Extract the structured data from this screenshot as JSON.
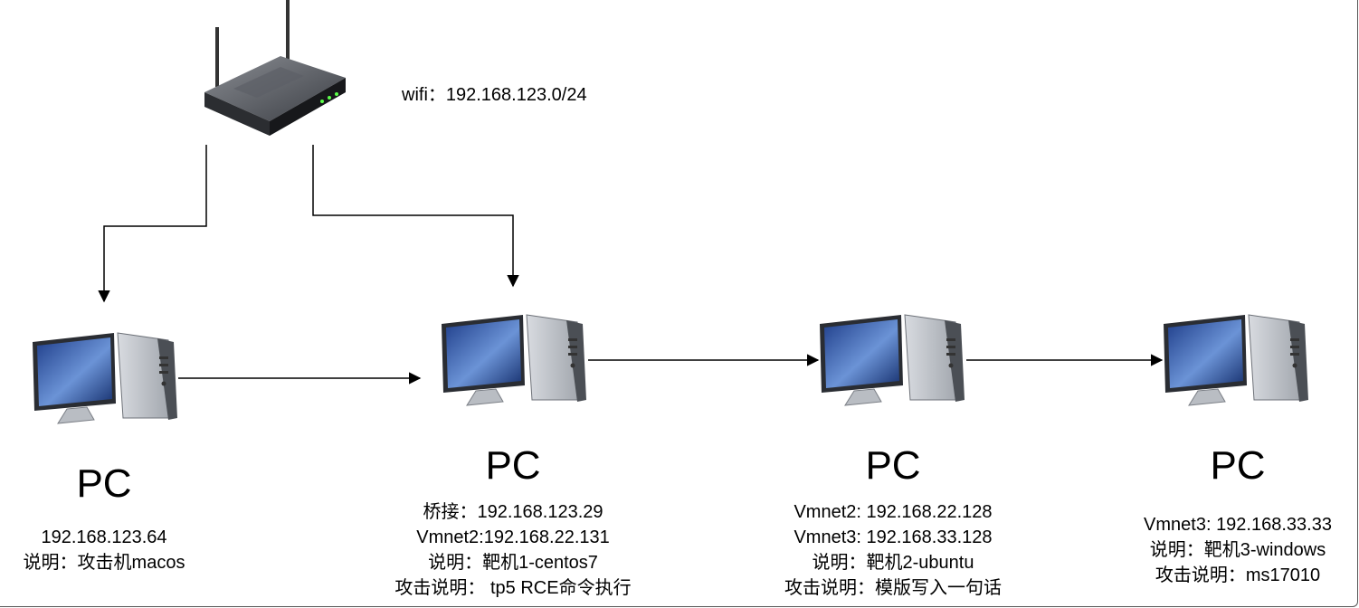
{
  "router": {
    "icon": "wifi-router-icon",
    "label": "wifi：192.168.123.0/24"
  },
  "nodes": [
    {
      "id": "attacker",
      "icon": "desktop-pc-icon",
      "title": "PC",
      "lines": [
        "192.168.123.64",
        "说明：攻击机macos"
      ]
    },
    {
      "id": "target1",
      "icon": "desktop-pc-icon",
      "title": "PC",
      "lines": [
        "桥接：192.168.123.29",
        "Vmnet2:192.168.22.131",
        "说明：靶机1-centos7",
        "攻击说明： tp5 RCE命令执行"
      ]
    },
    {
      "id": "target2",
      "icon": "desktop-pc-icon",
      "title": "PC",
      "lines": [
        "Vmnet2: 192.168.22.128",
        "Vmnet3: 192.168.33.128",
        "说明：靶机2-ubuntu",
        "攻击说明：模版写入一句话"
      ]
    },
    {
      "id": "target3",
      "icon": "desktop-pc-icon",
      "title": "PC",
      "lines": [
        "Vmnet3: 192.168.33.33",
        "说明：靶机3-windows",
        "攻击说明：ms17010"
      ]
    }
  ],
  "edges": [
    {
      "from": "router",
      "to": "attacker"
    },
    {
      "from": "router",
      "to": "target1"
    },
    {
      "from": "attacker",
      "to": "target1"
    },
    {
      "from": "target1",
      "to": "target2"
    },
    {
      "from": "target2",
      "to": "target3"
    }
  ]
}
